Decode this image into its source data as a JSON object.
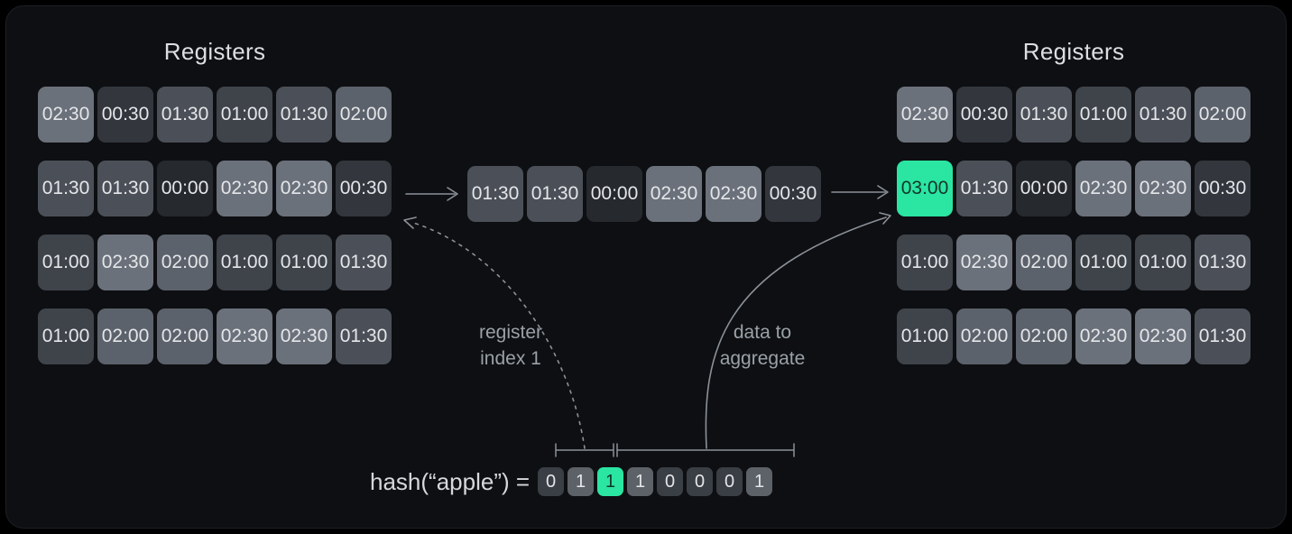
{
  "left_registers": {
    "title": "Registers",
    "rows": [
      [
        "02:30",
        "00:30",
        "01:30",
        "01:00",
        "01:30",
        "02:00"
      ],
      [
        "01:30",
        "01:30",
        "00:00",
        "02:30",
        "02:30",
        "00:30"
      ],
      [
        "01:00",
        "02:30",
        "02:00",
        "01:00",
        "01:00",
        "01:30"
      ],
      [
        "01:00",
        "02:00",
        "02:00",
        "02:30",
        "02:30",
        "01:30"
      ]
    ]
  },
  "extracted_row": {
    "values": [
      "01:30",
      "01:30",
      "00:00",
      "02:30",
      "02:30",
      "00:30"
    ]
  },
  "right_registers": {
    "title": "Registers",
    "rows": [
      [
        "02:30",
        "00:30",
        "01:30",
        "01:00",
        "01:30",
        "02:00"
      ],
      [
        "03:00",
        "01:30",
        "00:00",
        "02:30",
        "02:30",
        "00:30"
      ],
      [
        "01:00",
        "02:30",
        "02:00",
        "01:00",
        "01:00",
        "01:30"
      ],
      [
        "01:00",
        "02:00",
        "02:00",
        "02:30",
        "02:30",
        "01:30"
      ]
    ],
    "highlight": {
      "row": 1,
      "col": 0,
      "value": "03:00"
    }
  },
  "hash": {
    "label": "hash(“apple”) =",
    "bits": [
      "0",
      "1",
      "1",
      "1",
      "0",
      "0",
      "0",
      "1"
    ],
    "highlight_index": 2
  },
  "annotations": {
    "register_index_line1": "register",
    "register_index_line2": "index 1",
    "aggregate_line1": "data to",
    "aggregate_line2": "aggregate"
  },
  "colors": {
    "value_backgrounds": {
      "00:00": "#26292e",
      "00:30": "#33373d",
      "01:00": "#3f444b",
      "01:30": "#4b5058",
      "02:00": "#5c626b",
      "02:30": "#6b717b",
      "03:00": "#2be5a2"
    },
    "bit_backgrounds": {
      "0": "#3a3e45",
      "1": "#5d6269"
    },
    "highlight": "#2be5a2",
    "highlight_text": "#12362a",
    "cell_text": "#e4e6e9",
    "title_text": "#dcdee2",
    "label_text": "#9aa1a8",
    "arrow": "#8b9199",
    "panel_bg": "#0e0f12",
    "outer_bg": "#000000"
  }
}
